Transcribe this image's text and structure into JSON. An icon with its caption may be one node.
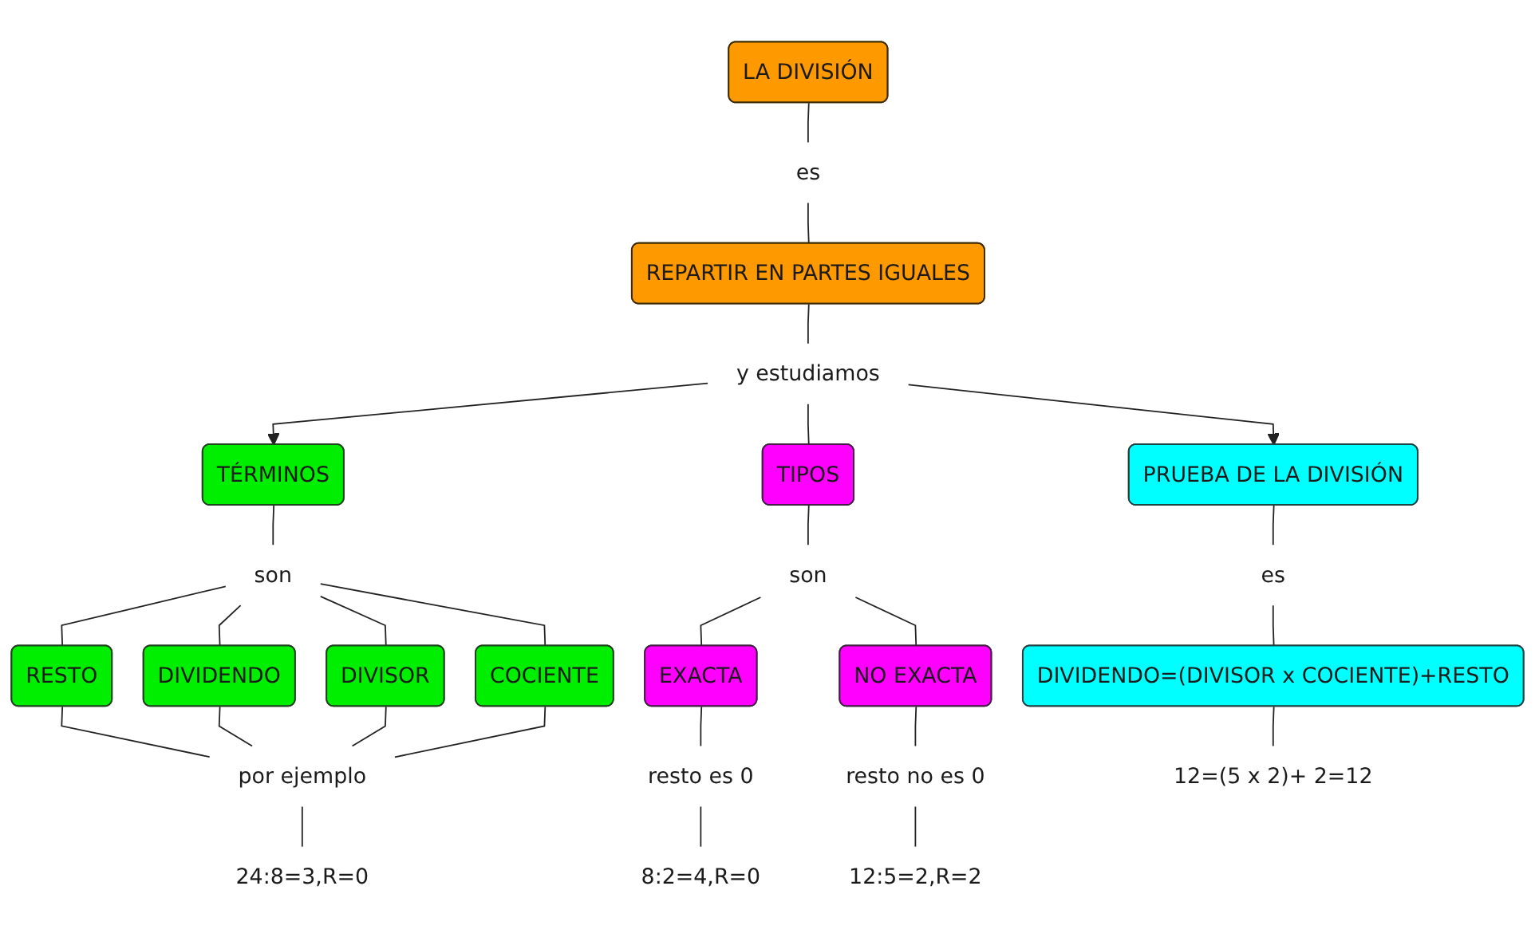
{
  "diagram": {
    "nodes": [
      {
        "text": [
          "LA DIVISIÓN"
        ]
      },
      {
        "text": [
          "es"
        ]
      },
      {
        "text": [
          "REPARTIR EN PARTES IGUALES"
        ]
      },
      {
        "text": [
          "y estudiamos"
        ]
      },
      {
        "text": [
          "TÉRMINOS"
        ]
      },
      {
        "text": [
          "TIPOS"
        ]
      },
      {
        "text": [
          "PRUEBA DE LA DIVISIÓN"
        ]
      },
      {
        "text": [
          "son"
        ]
      },
      {
        "text": [
          "RESTO"
        ]
      },
      {
        "text": [
          "DIVIDENDO"
        ]
      },
      {
        "text": [
          "DIVISOR"
        ]
      },
      {
        "text": [
          "COCIENTE"
        ]
      },
      {
        "text": [
          "por ejemplo"
        ]
      },
      {
        "text": [
          "24:8=3,R=0"
        ]
      },
      {
        "text": [
          "son"
        ]
      },
      {
        "text": [
          "EXACTA"
        ]
      },
      {
        "text": [
          "NO EXACTA"
        ]
      },
      {
        "text": [
          "resto es 0"
        ]
      },
      {
        "text": [
          "8:2=4,R=0"
        ]
      },
      {
        "text": [
          "resto no es 0"
        ]
      },
      {
        "text": [
          "12:5=2,R=2"
        ]
      },
      {
        "text": [
          "es"
        ]
      },
      {
        "text": [
          "DIVIDENDO=(DIVISOR x COCIENTE)+RESTO"
        ]
      },
      {
        "text": [
          "12=(5 x 2)+ 2=12"
        ]
      }
    ],
    "edges": [
      {
        "from": 0,
        "to": 1,
        "arrow": "none"
      },
      {
        "from": 1,
        "to": 2,
        "arrow": "none"
      },
      {
        "from": 2,
        "to": 3,
        "arrow": "none"
      },
      {
        "from": 3,
        "to": 4,
        "arrow": "to"
      },
      {
        "from": 3,
        "to": 5,
        "arrow": "none"
      },
      {
        "from": 3,
        "to": 6,
        "arrow": "to"
      },
      {
        "from": 4,
        "to": 7,
        "arrow": "none"
      },
      {
        "from": 7,
        "to": 8,
        "arrow": "none"
      },
      {
        "from": 7,
        "to": 9,
        "arrow": "none"
      },
      {
        "from": 7,
        "to": 10,
        "arrow": "none"
      },
      {
        "from": 7,
        "to": 11,
        "arrow": "none"
      },
      {
        "from": 8,
        "to": 12,
        "arrow": "none"
      },
      {
        "from": 9,
        "to": 12,
        "arrow": "none"
      },
      {
        "from": 10,
        "to": 12,
        "arrow": "none"
      },
      {
        "from": 11,
        "to": 12,
        "arrow": "none"
      },
      {
        "from": 12,
        "to": 13,
        "arrow": "none"
      },
      {
        "from": 5,
        "to": 14,
        "arrow": "none"
      },
      {
        "from": 14,
        "to": 15,
        "arrow": "none"
      },
      {
        "from": 14,
        "to": 16,
        "arrow": "none"
      },
      {
        "from": 15,
        "to": 17,
        "arrow": "none"
      },
      {
        "from": 17,
        "to": 18,
        "arrow": "none"
      },
      {
        "from": 16,
        "to": 19,
        "arrow": "none"
      },
      {
        "from": 19,
        "to": 20,
        "arrow": "none"
      },
      {
        "from": 6,
        "to": 21,
        "arrow": "none"
      },
      {
        "from": 21,
        "to": 22,
        "arrow": "none"
      },
      {
        "from": 22,
        "to": 23,
        "arrow": "none"
      }
    ]
  }
}
